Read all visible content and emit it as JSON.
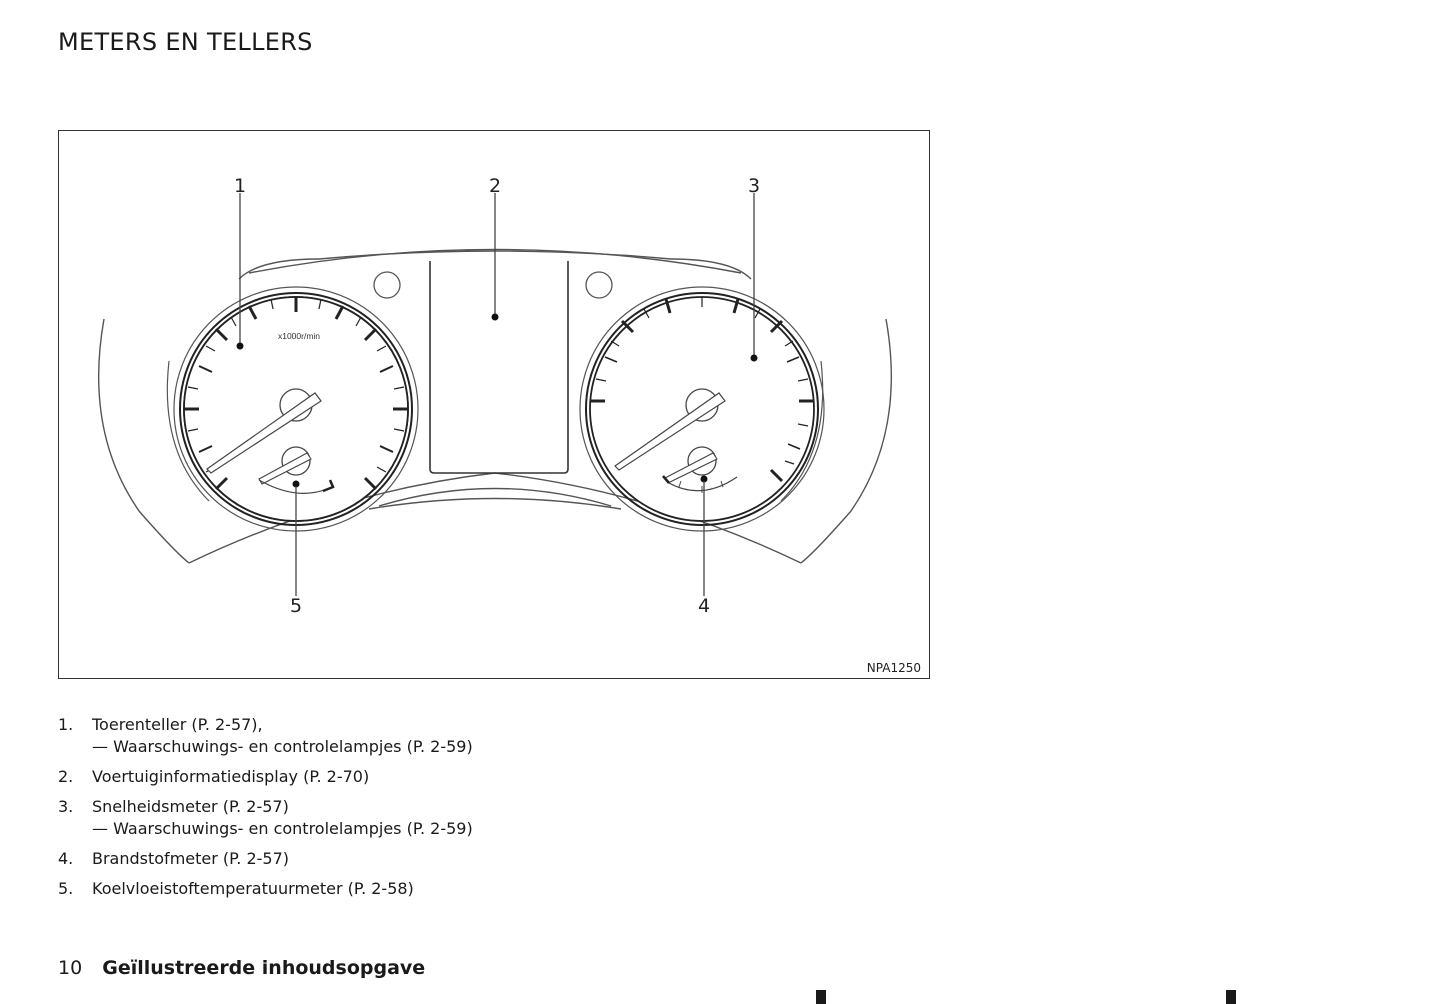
{
  "page": {
    "title": "METERS EN TELLERS"
  },
  "figure": {
    "code": "NPA1250",
    "gauge_label": "x1000r/min",
    "callouts": [
      {
        "num": "1"
      },
      {
        "num": "2"
      },
      {
        "num": "3"
      },
      {
        "num": "4"
      },
      {
        "num": "5"
      }
    ]
  },
  "legend": {
    "items": [
      {
        "num": "1.",
        "line1": "Toerenteller (P. 2-57),",
        "line2": "— Waarschuwings- en controlelampjes (P. 2-59)"
      },
      {
        "num": "2.",
        "line1": "Voertuiginformatiedisplay (P. 2-70)",
        "line2": ""
      },
      {
        "num": "3.",
        "line1": "Snelheidsmeter (P. 2-57)",
        "line2": "— Waarschuwings- en controlelampjes (P. 2-59)"
      },
      {
        "num": "4.",
        "line1": "Brandstofmeter (P. 2-57)",
        "line2": ""
      },
      {
        "num": "5.",
        "line1": "Koelvloeistoftemperatuurmeter (P. 2-58)",
        "line2": ""
      }
    ]
  },
  "footer": {
    "page_number": "10",
    "section_title": "Geïllustreerde inhoudsopgave"
  }
}
